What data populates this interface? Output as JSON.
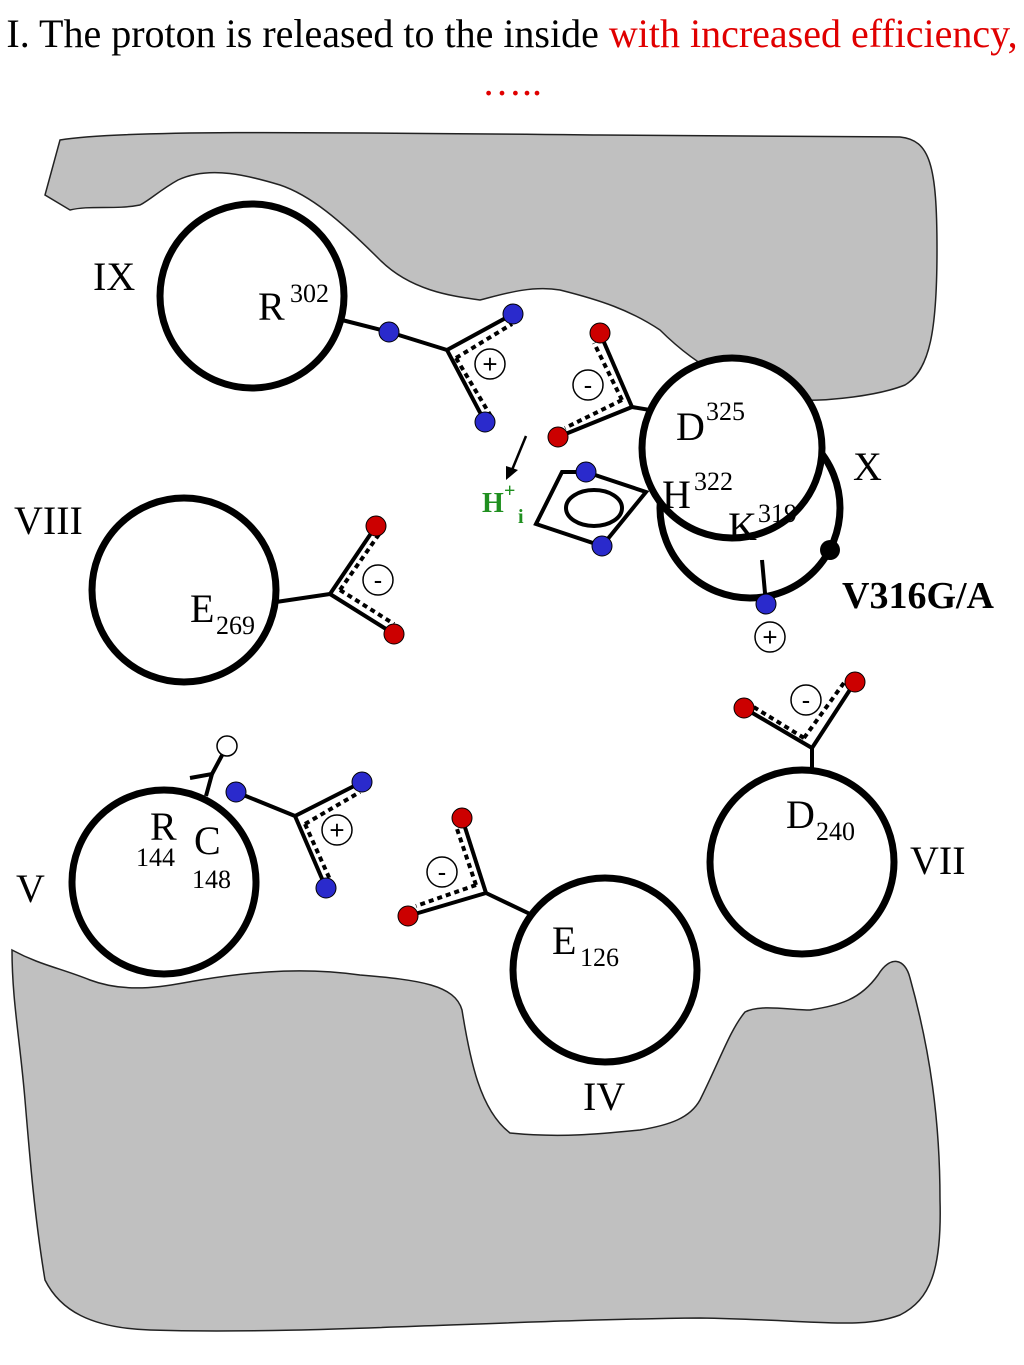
{
  "title": {
    "text_black": "I. The proton is released to the inside ",
    "text_red": "with increased efficiency, ….."
  },
  "colors": {
    "membrane": "#c0c0c0",
    "acidic_oxygen": "#cc0000",
    "basic_nitrogen": "#2a2acc",
    "highlight_title": "#e00000",
    "proton": "#1f8f1f"
  },
  "helices": {
    "ix": "IX",
    "viii": "VIII",
    "v": "V",
    "iv": "IV",
    "vii": "VII",
    "x": "X"
  },
  "residues": {
    "r302": {
      "letter": "R",
      "number": "302"
    },
    "d325": {
      "letter": "D",
      "number": "325"
    },
    "h322": {
      "letter": "H",
      "number": "322"
    },
    "k319": {
      "letter": "K",
      "number": "319"
    },
    "e269": {
      "letter": "E",
      "number": "269"
    },
    "r144": {
      "letter": "R",
      "number": "144"
    },
    "c148": {
      "letter": "C",
      "number": "148"
    },
    "e126": {
      "letter": "E",
      "number": "126"
    },
    "d240": {
      "letter": "D",
      "number": "240"
    }
  },
  "proton": {
    "symbol": "H",
    "charge": "+",
    "compartment": "i"
  },
  "mutation": "V316G/A",
  "charges": {
    "plus": "+",
    "minus": "-"
  }
}
